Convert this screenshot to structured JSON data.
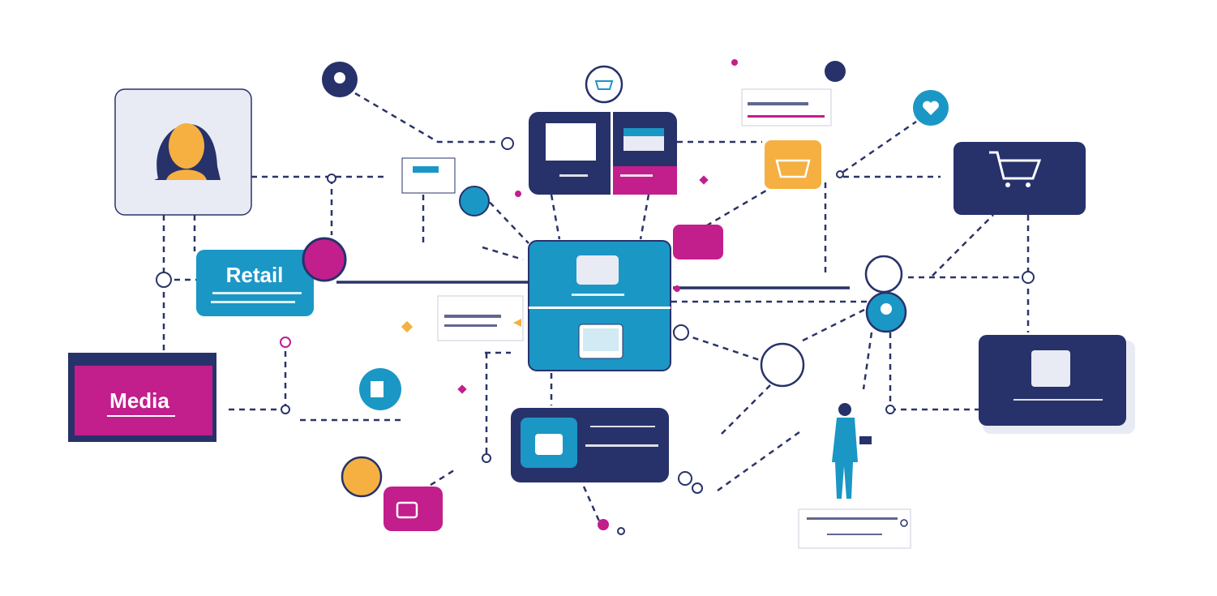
{
  "labels": {
    "retail": "Retail",
    "media": "Media"
  },
  "colors": {
    "navy": "#27326b",
    "blue": "#1b97c6",
    "magenta": "#c21e8c",
    "orange": "#f5b041",
    "light": "#e8ebf4"
  },
  "icons": [
    "person-avatar",
    "shopping-cart",
    "heart",
    "lightbulb",
    "basket",
    "tablet",
    "laptop",
    "wifi-bag",
    "lock",
    "gear",
    "standing-person"
  ]
}
